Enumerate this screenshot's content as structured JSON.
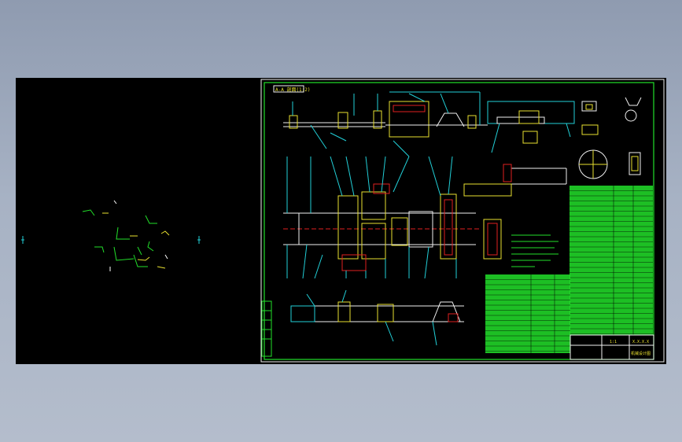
{
  "viewport": {
    "background": "#000000",
    "accent_green": "#22e02a",
    "accent_cyan": "#22d0d8",
    "accent_yellow": "#e8e030",
    "accent_red": "#e02020",
    "accent_white": "#f0f0f0"
  },
  "drawing": {
    "view_title": "A-A 剖面(1:2)",
    "title_block_code": "X.X.X.X",
    "title_block_name": "机械设计图",
    "scale_mark": "1:1"
  },
  "icons": {
    "crosshair": "crosshair-icon"
  }
}
